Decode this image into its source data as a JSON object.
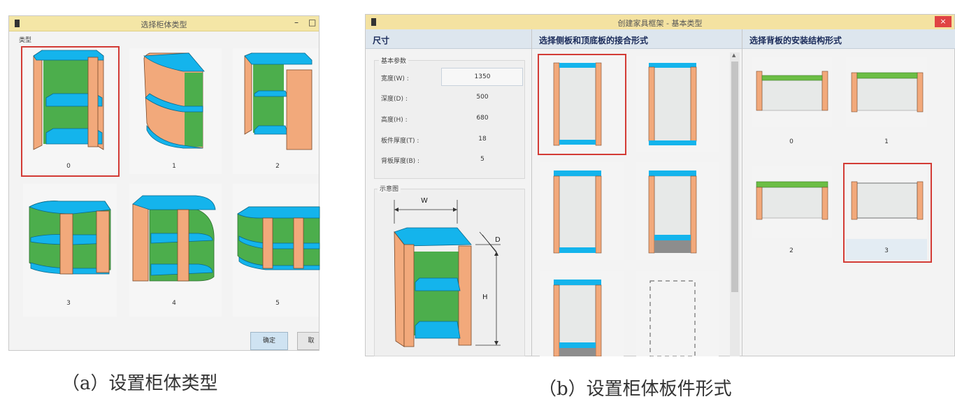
{
  "left_window": {
    "title": "选择柜体类型",
    "minimize": "–",
    "maximize": "□",
    "group_label": "类型",
    "items": [
      {
        "label": "0"
      },
      {
        "label": "1"
      },
      {
        "label": "2"
      },
      {
        "label": "3"
      },
      {
        "label": "4"
      },
      {
        "label": "5"
      }
    ],
    "ok_button": "确定",
    "cancel_button": "取"
  },
  "right_window": {
    "title": "创建家具框架 - 基本类型",
    "close": "×",
    "dimensions": {
      "header": "尺寸",
      "group_label": "基本参数",
      "params": [
        {
          "label": "宽度(W) :",
          "value": "1350"
        },
        {
          "label": "深度(D) :",
          "value": "500"
        },
        {
          "label": "高度(H) :",
          "value": "680"
        },
        {
          "label": "板件厚度(T) :",
          "value": "18"
        },
        {
          "label": "背板厚度(B) :",
          "value": "5"
        }
      ],
      "diagram_label": "示意图",
      "dim_w": "W",
      "dim_d": "D",
      "dim_h": "H"
    },
    "joint_panel": {
      "header": "选择侧板和顶底板的接合形式"
    },
    "back_panel": {
      "header": "选择背板的安装结构形式",
      "items": [
        {
          "label": "0"
        },
        {
          "label": "1"
        },
        {
          "label": "2"
        },
        {
          "label": "3"
        }
      ]
    }
  },
  "captions": {
    "left": "（a）设置柜体类型",
    "right": "（b）设置柜体板件形式"
  },
  "colors": {
    "side_panel": "#f2a97b",
    "shelf": "#14b4ec",
    "back": "#4cae4c",
    "green_bar": "#6cbe45",
    "selection": "#d33b35",
    "title_bar": "#f4e6a6"
  }
}
